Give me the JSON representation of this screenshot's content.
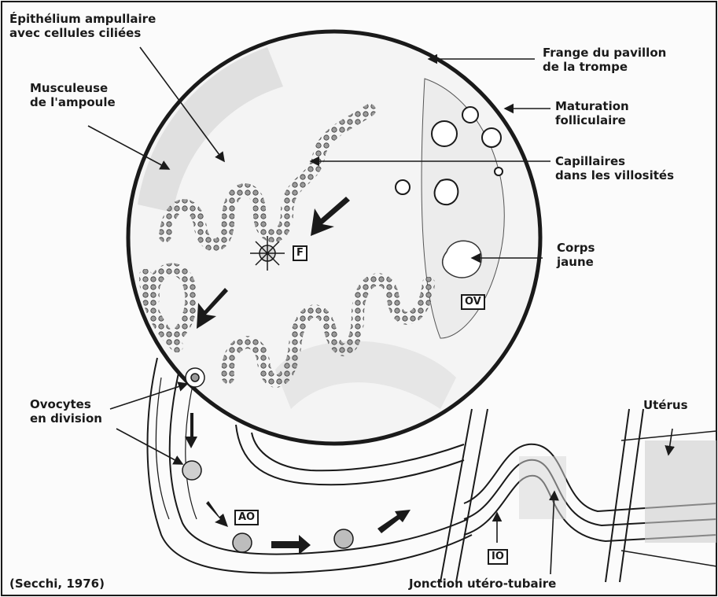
{
  "labels": {
    "epithelium": [
      "Épithélium ampullaire",
      "avec cellules ciliées"
    ],
    "musculeuse": [
      "Musculeuse",
      "de l'ampoule"
    ],
    "frange": [
      "Frange du pavillon",
      "de la trompe"
    ],
    "maturation": [
      "Maturation",
      "folliculaire"
    ],
    "capillaires": [
      "Capillaires",
      "dans les villosités"
    ],
    "corps_jaune": [
      "Corps",
      "jaune"
    ],
    "ovocytes": [
      "Ovocytes",
      "en division"
    ],
    "uterus": "Utérus",
    "jonction": "Jonction utéro-tubaire",
    "citation": "(Secchi, 1976)"
  },
  "boxes": {
    "f": "F",
    "ov": "OV",
    "ao": "AO",
    "io": "IO"
  },
  "colors": {
    "ink": "#1a1a1a",
    "paper": "#fbfbfb",
    "tissue": "#b8b8b8"
  }
}
